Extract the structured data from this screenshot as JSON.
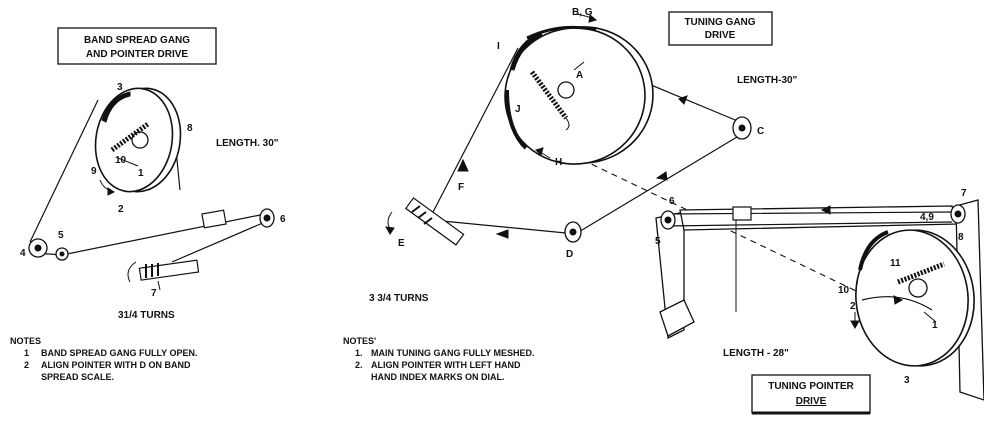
{
  "left_panel": {
    "title_line1": "BAND SPREAD GANG",
    "title_line2": "AND POINTER DRIVE",
    "length": "LENGTH. 30\"",
    "turns": "31/4 TURNS",
    "labels": {
      "n3": "3",
      "n8": "8",
      "n9": "9",
      "n10": "10",
      "n1": "1",
      "n2": "2",
      "n4": "4",
      "n5": "5",
      "n6": "6",
      "n7": "7"
    },
    "notes_heading": "NOTES",
    "notes": [
      {
        "num": "1",
        "line1": "BAND SPREAD GANG FULLY OPEN.",
        "line2": ""
      },
      {
        "num": "2",
        "line1": "ALIGN POINTER WITH D ON BAND",
        "line2": "SPREAD SCALE."
      }
    ]
  },
  "middle_panel": {
    "title_line1": "TUNING GANG",
    "title_line2": "DRIVE",
    "length": "LENGTH-30\"",
    "turns": "3 3/4 TURNS",
    "labels": {
      "bg": "B, G",
      "i": "I",
      "a": "A",
      "j": "J",
      "h": "H",
      "c": "C",
      "f": "F",
      "e": "E",
      "d": "D"
    },
    "notes_heading": "NOTES'",
    "notes": [
      {
        "num": "1.",
        "line1": "MAIN TUNING GANG FULLY MESHED.",
        "line2": ""
      },
      {
        "num": "2.",
        "line1": "ALIGN POINTER WITH LEFT HAND",
        "line2": "HAND INDEX MARKS ON DIAL."
      }
    ]
  },
  "right_panel": {
    "title_line1": "TUNING POINTER",
    "title_line2": "DRIVE",
    "length": "LENGTH - 28\"",
    "labels": {
      "n7": "7",
      "n6": "6",
      "n5": "5",
      "n49": "4,9",
      "n8": "8",
      "n11": "11",
      "n10": "10",
      "n2": "2",
      "n1": "1",
      "n3": "3"
    }
  }
}
